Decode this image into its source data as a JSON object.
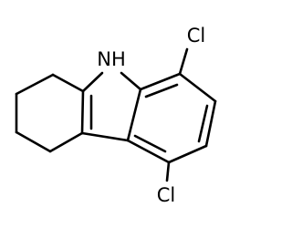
{
  "molecule": {
    "atoms": {
      "nh": "NH",
      "cl_top": "Cl",
      "cl_bottom": "Cl"
    }
  }
}
